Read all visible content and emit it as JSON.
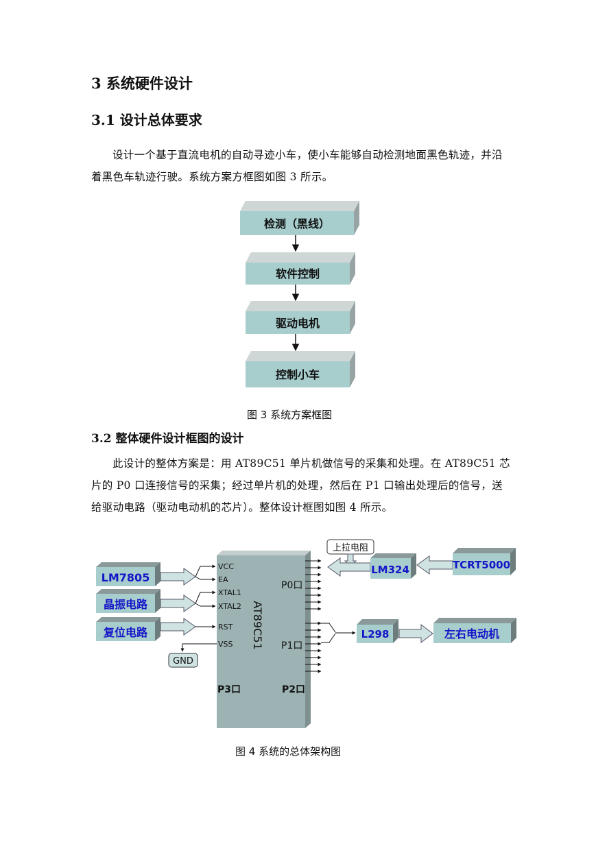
{
  "headings": {
    "section": "3 系统硬件设计",
    "sub1": "3.1  设计总体要求",
    "sub2": "3.2   整体硬件设计框图的设计"
  },
  "paragraphs": {
    "p1": "设计一个基于直流电机的自动寻迹小车，使小车能够自动检测地面黑色轨迹，并沿着黑色车轨迹行驶。系统方案方框图如图 3 所示。",
    "p2": "此设计的整体方案是：用 AT89C51 单片机做信号的采集和处理。在 AT89C51 芯片的 P0 口连接信号的采集；经过单片机的处理，然后在 P1 口输出处理后的信号，送给驱动电路（驱动电动机的芯片）。整体设计框图如图 4 所示。"
  },
  "figure3": {
    "caption": "图 3    系统方案框图",
    "steps": [
      "检测（黑线）",
      "软件控制",
      "驱动电机",
      "控制小车"
    ]
  },
  "figure4": {
    "caption": "图 4    系统的总体架构图",
    "chip": "AT89C51",
    "pins_left": [
      "VCC",
      "EA",
      "XTAL1",
      "XTAL2",
      "RST",
      "VSS"
    ],
    "ports": {
      "p0": "P0口",
      "p1": "P1口",
      "p3": "P3口",
      "p2": "P2口"
    },
    "blocks": {
      "lm7805": "LM7805",
      "crystal": "晶振电路",
      "reset": "复位电路",
      "gnd": "GND",
      "pullup": "上拉电阻",
      "lm324": "LM324",
      "tcrt": "TCRT5000",
      "l298": "L298",
      "motor": "左右电动机"
    },
    "colors": {
      "box_face": "#a7cdcd",
      "box_top": "#8a9a9a",
      "box_side": "#6d7c7c",
      "label": "#1515c8",
      "chip": "#9db2b2"
    }
  }
}
